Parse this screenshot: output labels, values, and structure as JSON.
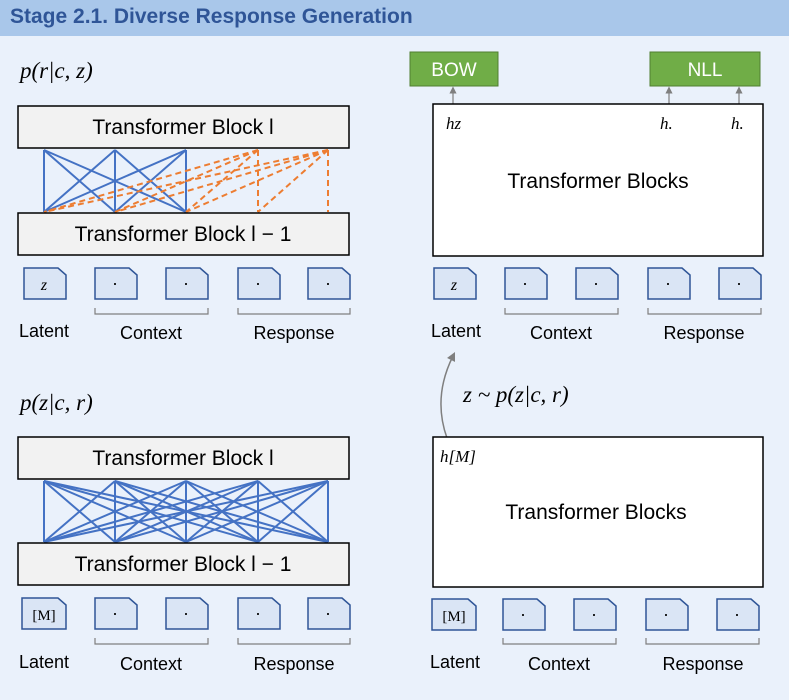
{
  "header": {
    "title": "Stage 2.1. Diverse Response Generation"
  },
  "colors": {
    "header_bg": "#a9c7ea",
    "header_text": "#2f5597",
    "panel_bg": "#eaf1fb",
    "block_fill": "#f2f2f2",
    "token_fill": "#dae5f5",
    "token_stroke": "#2f5597",
    "attention_solid": "#4472c4",
    "attention_dashed": "#ed7d31",
    "output_green": "#70ad47"
  },
  "top_left": {
    "formula": "p(r|c, z)",
    "block_top": "Transformer Block l",
    "block_bottom": "Transformer Block l − 1",
    "tokens": [
      "z",
      "·",
      "·",
      "·",
      "·"
    ],
    "labels": {
      "latent": "Latent",
      "context": "Context",
      "response": "Response"
    }
  },
  "top_right": {
    "outputs": [
      "BOW",
      "NLL"
    ],
    "hidden_labels": [
      "hz",
      "h.",
      "h."
    ],
    "block": "Transformer Blocks",
    "tokens": [
      "z",
      "·",
      "·",
      "·",
      "·"
    ],
    "labels": {
      "latent": "Latent",
      "context": "Context",
      "response": "Response"
    }
  },
  "bottom_left": {
    "formula": "p(z|c, r)",
    "block_top": "Transformer Block l",
    "block_bottom": "Transformer Block l − 1",
    "tokens": [
      "[M]",
      "·",
      "·",
      "·",
      "·"
    ],
    "labels": {
      "latent": "Latent",
      "context": "Context",
      "response": "Response"
    }
  },
  "bottom_right": {
    "sample_formula": "z ~ p(z|c, r)",
    "hidden_label": "h[M]",
    "block": "Transformer Blocks",
    "tokens": [
      "[M]",
      "·",
      "·",
      "·",
      "·"
    ],
    "labels": {
      "latent": "Latent",
      "context": "Context",
      "response": "Response"
    }
  }
}
